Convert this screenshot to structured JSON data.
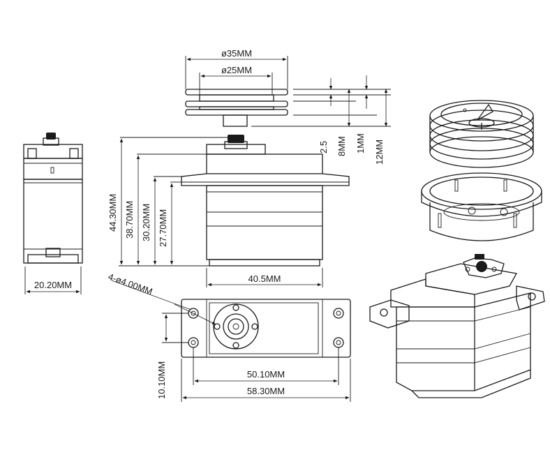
{
  "diagram": {
    "labels": {
      "d35": "ø35MM",
      "d25": "ø25MM",
      "h25": "2.5",
      "h8": "8MM",
      "h1": "1MM",
      "h12": "12MM",
      "v4430": "44.30MM",
      "v3870": "38.70MM",
      "v3020": "30.20MM",
      "v2770": "27.70MM",
      "w2020": "20.20MM",
      "w405": "40.5MM",
      "holes": "4-ø4.00MM",
      "w5010": "50.10MM",
      "w5830": "58.30MM",
      "v1010": "10.10MM"
    },
    "colors": {
      "line": "#1a1a1a",
      "background": "#ffffff"
    }
  }
}
